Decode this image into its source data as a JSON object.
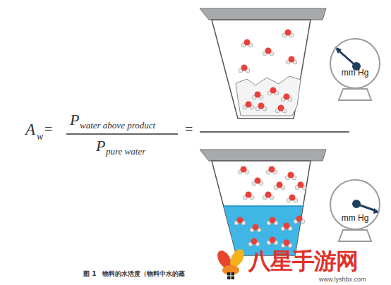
{
  "diagram": {
    "caption": "图 1　物料的水活度（物料中水的蒸",
    "nodes": [
      {
        "text": [
          "mm Hg"
        ]
      },
      {
        "text": [
          "mm Hg"
        ]
      }
    ],
    "labels": [
      "A",
      "w",
      "=",
      "P",
      "water above product",
      "P",
      "pure water",
      "=",
      "八星手游网",
      "www.lyshbx.com"
    ]
  }
}
